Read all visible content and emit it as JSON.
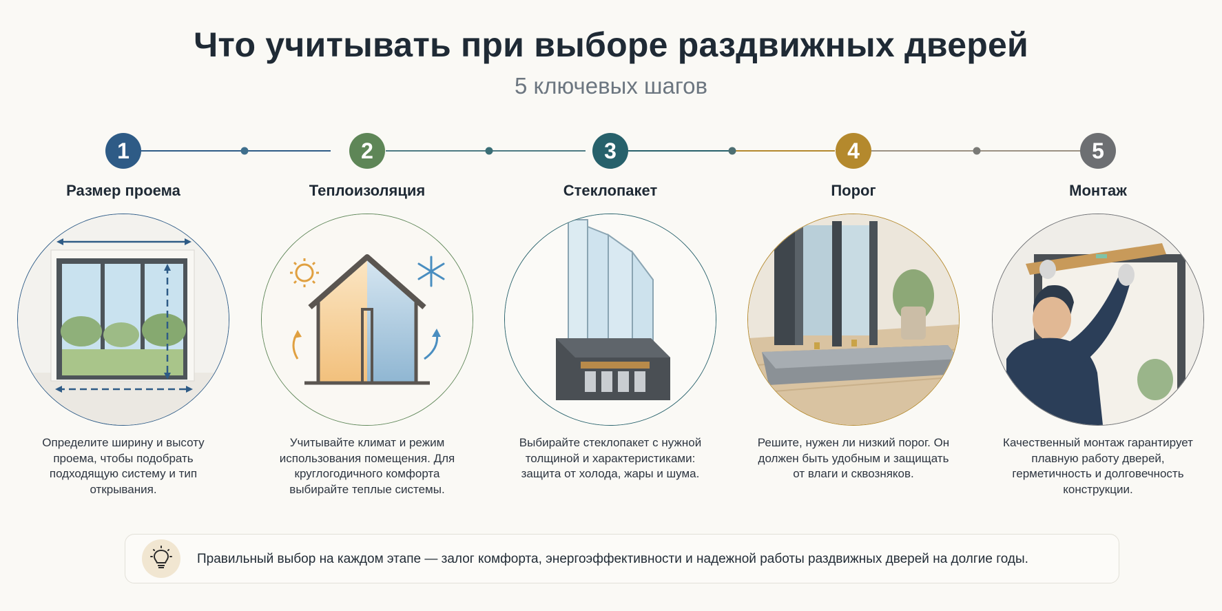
{
  "header": {
    "title": "Что учитывать при выборе раздвижных дверей",
    "subtitle": "5 ключевых шагов"
  },
  "steps": [
    {
      "number": "1",
      "title": "Размер проема",
      "description": "Определите ширину и высоту проема, чтобы подобрать подходящую систему и тип открывания.",
      "color": "#2e5b86",
      "illustration": "sliding-door-measure-icon"
    },
    {
      "number": "2",
      "title": "Теплоизоляция",
      "description": "Учитывайте климат и режим использования помещения. Для круглогодичного комфорта выбирайте теплые системы.",
      "color": "#5e8657",
      "illustration": "warm-cold-house-icon"
    },
    {
      "number": "3",
      "title": "Стеклопакет",
      "description": "Выбирайте стеклопакет с нужной толщиной и характеристиками: защита от холода, жары и шума.",
      "color": "#27616b",
      "illustration": "glass-unit-profile-icon"
    },
    {
      "number": "4",
      "title": "Порог",
      "description": "Решите, нужен ли низкий порог. Он должен быть удобным и защищать от влаги и сквозняков.",
      "color": "#b4892d",
      "illustration": "low-threshold-icon"
    },
    {
      "number": "5",
      "title": "Монтаж",
      "description": "Качественный монтаж гарантирует плавную работу дверей, герметичность и долговечность конструкции.",
      "color": "#6d6f72",
      "illustration": "installer-with-level-icon"
    }
  ],
  "tip": {
    "icon": "lightbulb-icon",
    "text": "Правильный выбор на каждом этапе — залог комфорта, энергоэффективности и надежной работы раздвижных дверей на долгие годы."
  }
}
